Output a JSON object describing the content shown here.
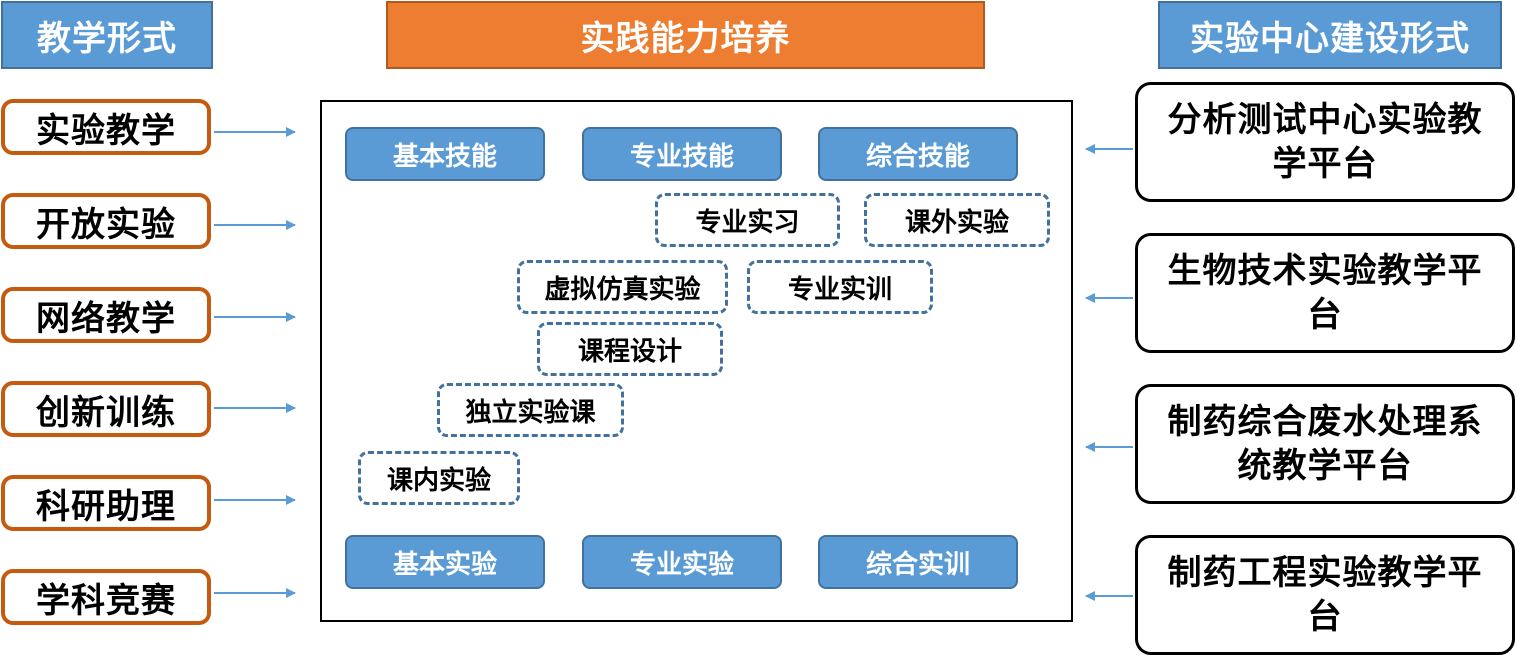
{
  "headers": {
    "teaching_forms": "教学形式",
    "practice_ability": "实践能力培养",
    "center_forms": "实验中心建设形式"
  },
  "teaching_forms": [
    "实验教学",
    "开放实验",
    "网络教学",
    "创新训练",
    "科研助理",
    "学科竞赛"
  ],
  "skills_top": [
    "基本技能",
    "专业技能",
    "综合技能"
  ],
  "practice_items": [
    "专业实习",
    "课外实验",
    "虚拟仿真实验",
    "专业实训",
    "课程设计",
    "独立实验课",
    "课内实验"
  ],
  "experiments_bottom": [
    "基本实验",
    "专业实验",
    "综合实训"
  ],
  "platforms": [
    "分析测试中心实验教学平台",
    "生物技术实验教学平台",
    "制药综合废水处理系统教学平台",
    "制药工程实验教学平台"
  ],
  "colors": {
    "blue": "#5b9bd5",
    "orange": "#ed7d31",
    "orange_border": "#c55a11",
    "dashed_border": "#41719c"
  }
}
